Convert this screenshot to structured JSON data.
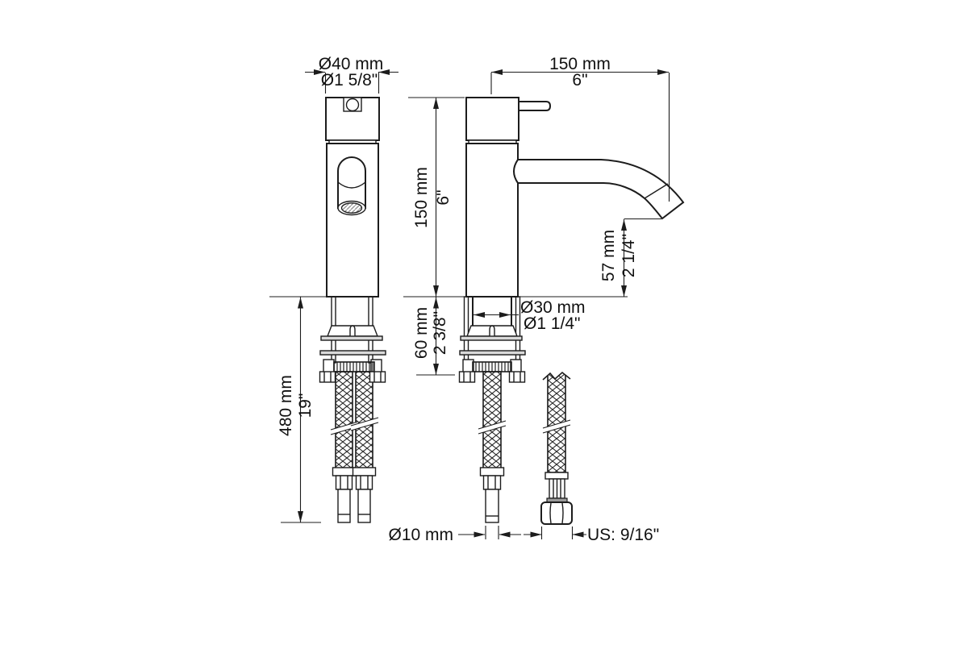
{
  "drawing": {
    "title": "faucet-dimension-drawing",
    "dims": {
      "handle_width": {
        "mm": "Ø40 mm",
        "inch": "Ø1 5/8\""
      },
      "spout_reach": {
        "mm": "150 mm",
        "inch": "6\""
      },
      "body_height": {
        "mm": "150 mm",
        "inch": "6\""
      },
      "under_deck": {
        "mm": "60 mm",
        "inch": "2 3/8\""
      },
      "spout_height": {
        "mm": "57 mm",
        "inch": "2 1/4\""
      },
      "shank_dia": {
        "mm": "Ø30 mm",
        "inch": "Ø1 1/4\""
      },
      "hose_length": {
        "mm": "480 mm",
        "inch": "19\""
      },
      "pipe_dia": {
        "mm": "Ø10 mm"
      },
      "connector": {
        "label": "US: 9/16\""
      }
    }
  }
}
